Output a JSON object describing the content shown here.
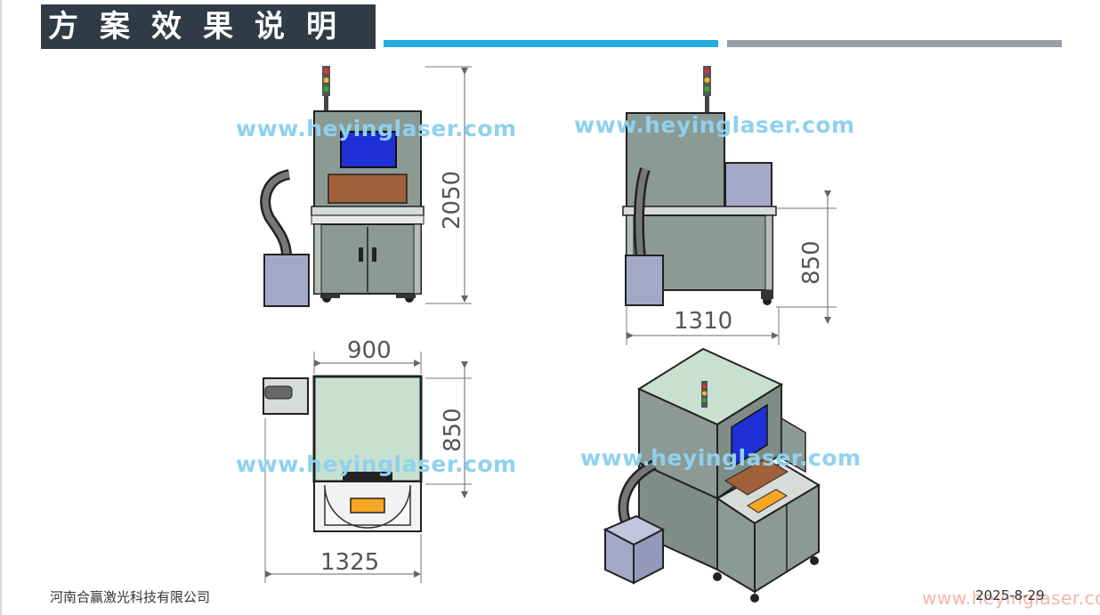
{
  "header": {
    "title": "方案效果说明"
  },
  "watermark": {
    "text": "www.heyinglaser.com",
    "footer_text": "www.heyinglaser.com"
  },
  "dimensions": {
    "front_height": "2050",
    "side_height": "850",
    "side_width": "1310",
    "top_width": "900",
    "top_depth": "850",
    "top_total_width": "1325"
  },
  "footer": {
    "company": "河南合赢激光科技有限公司",
    "date": "2025-8-29"
  },
  "colors": {
    "title_bg": "#2f3b47",
    "accent_blue": "#27a9e1",
    "accent_gray": "#9aa0a6",
    "frame_gray": "#8c9a94",
    "screen_blue": "#1f2fd6",
    "amber": "#f5a623"
  }
}
